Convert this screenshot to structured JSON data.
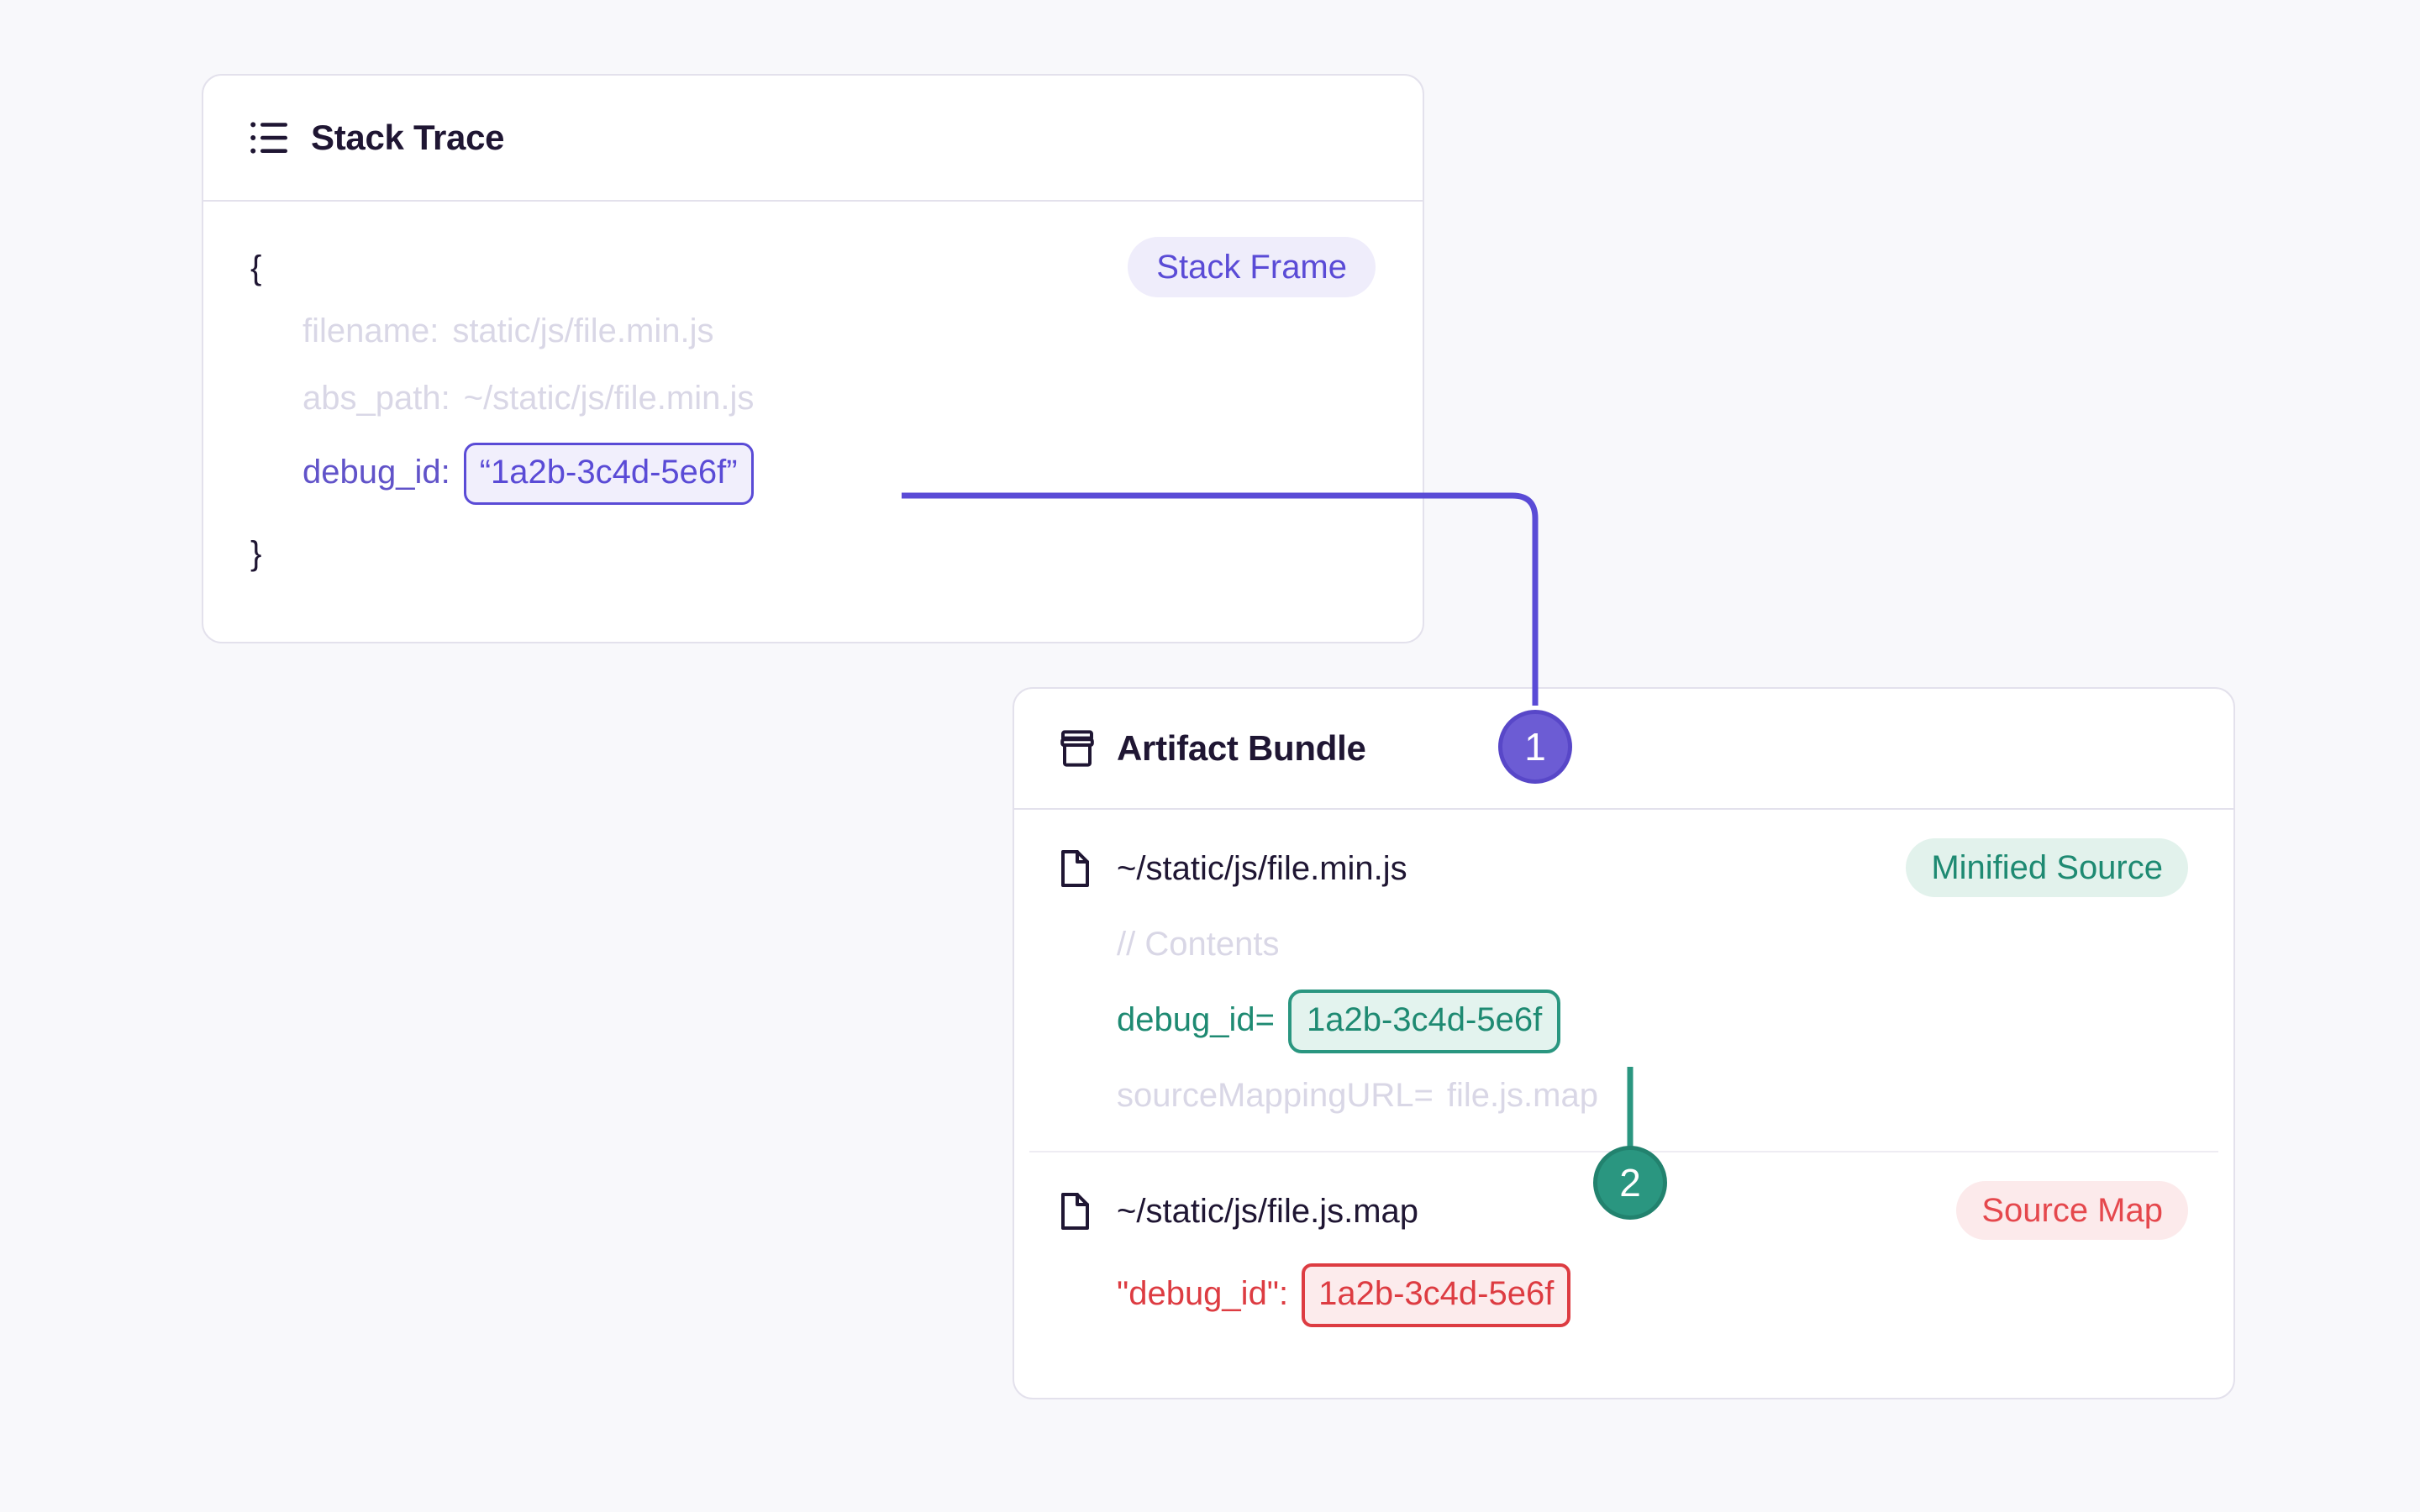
{
  "theme": {
    "page_background": "#F8F8FB",
    "card_background": "#FFFFFF",
    "card_border": "#E3E1EC",
    "text_primary": "#1F1633",
    "text_faded": "#D9D7E6",
    "purple": "#5A4BD6",
    "purple_badge": "#6C5CD4",
    "teal": "#2A9680",
    "red": "#DD3C42"
  },
  "stack_trace_card": {
    "icon": "list-icon",
    "title": "Stack Trace",
    "badge": {
      "label": "Stack Frame",
      "color": "#5A4BD6",
      "background": "#EFEDFB"
    },
    "open_brace": "{",
    "close_brace": "}",
    "fields": [
      {
        "key": "filename:",
        "value": "static/js/file.min.js",
        "muted": true
      },
      {
        "key": "abs_path:",
        "value": "~/static/js/file.min.js",
        "muted": true
      }
    ],
    "debug_id": {
      "key": "debug_id:",
      "value": "“1a2b-3c4d-5e6f”"
    }
  },
  "artifact_bundle_card": {
    "icon": "package-icon",
    "title": "Artifact Bundle",
    "entries": [
      {
        "file_icon": "file-icon",
        "file_name": "~/static/js/file.min.js",
        "badge": {
          "label": "Minified Source",
          "color": "#1E8A72",
          "background": "#E2F2EC"
        },
        "lines": [
          {
            "text": "// Contents",
            "muted": true
          },
          {
            "key": "debug_id=",
            "value": "1a2b-3c4d-5e6f",
            "highlight": "teal"
          },
          {
            "key": "sourceMappingURL=",
            "value": "file.js.map",
            "muted": true
          }
        ]
      },
      {
        "file_icon": "file-icon",
        "file_name": "~/static/js/file.js.map",
        "badge": {
          "label": "Source Map",
          "color": "#E5484D",
          "background": "#FCEAEB"
        },
        "lines": [
          {
            "key": "\"debug_id\":",
            "value": "1a2b-3c4d-5e6f",
            "highlight": "red"
          }
        ]
      }
    ]
  },
  "connectors": {
    "steps": [
      {
        "number": "1",
        "color": "#6C5CD4",
        "from": "stack-trace-debug-id",
        "to": "minified-source-debug-id"
      },
      {
        "number": "2",
        "color": "#2A9680",
        "from": "minified-source-debug-id",
        "to": "source-map-debug-id"
      }
    ]
  }
}
